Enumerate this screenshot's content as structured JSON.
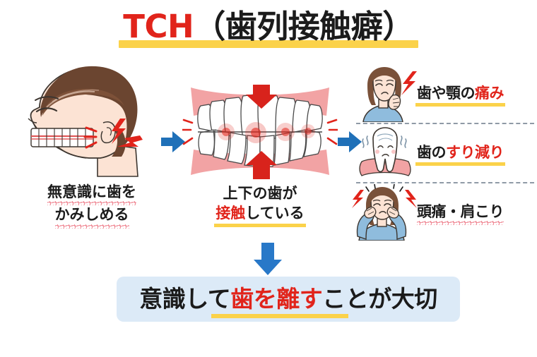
{
  "title": {
    "accent_text": "TCH",
    "main_text": "（歯列接触癖）",
    "accent_color": "#e1241b",
    "text_color": "#1b1b1b",
    "highlight_color": "#fbd24a"
  },
  "cause_panel": {
    "icon_name": "head-profile-clenching-icon",
    "caption_line1": "無意識に歯を",
    "caption_line2": "かみしめる",
    "underline_color": "#f08a96"
  },
  "state_panel": {
    "icon_name": "teeth-contact-icon",
    "caption_line1": "上下の歯が",
    "caption_line2_accent": "接触",
    "caption_line2_rest": "している",
    "accent_color": "#e1241b",
    "underline_color": "#fbd24a"
  },
  "arrows": {
    "right_arrow_color": "#1f70b8",
    "down_arrow_color": "#2878c8",
    "press_arrow_color": "#e1241b"
  },
  "symptoms": [
    {
      "icon_name": "woman-jaw-pain-icon",
      "label_black": "歯や顎の",
      "label_red": "痛み",
      "underline_style": "yellow",
      "underline_color": "#fbd24a"
    },
    {
      "icon_name": "worn-tooth-icon",
      "label_black": "歯の",
      "label_red": "すり減り",
      "underline_style": "yellow",
      "underline_color": "#fbd24a"
    },
    {
      "icon_name": "woman-headache-icon",
      "label_black": "頭痛・肩こり",
      "label_red": "",
      "underline_style": "wavy",
      "underline_color": "#f08a96"
    }
  ],
  "conclusion": {
    "text_before": "意識して",
    "text_accent": "歯を離す",
    "text_after": "ことが大切",
    "accent_color": "#e1241b",
    "background_color": "#dceaf7",
    "underline_color": "#fbd24a"
  }
}
